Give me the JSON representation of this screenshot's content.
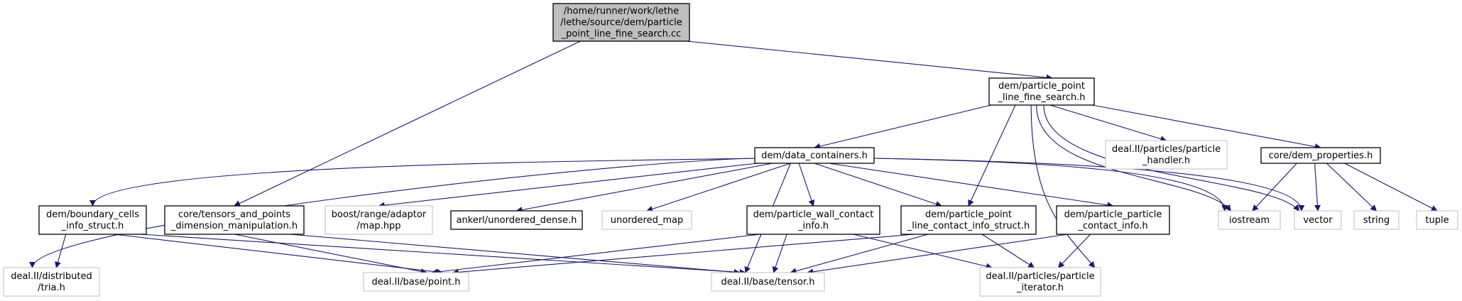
{
  "colors": {
    "edge": "#191970",
    "root_fill": "#bfbfbf",
    "node_border": "#000000",
    "external_border": "#bfbfbf",
    "background": "#ffffff"
  },
  "nodes": {
    "root": {
      "lines": [
        "/home/runner/work/lethe",
        "/lethe/source/dem/particle",
        "_point_line_fine_search.cc"
      ],
      "style": "root"
    },
    "fine_search_h": {
      "lines": [
        "dem/particle_point",
        "_line_fine_search.h"
      ],
      "style": "normal"
    },
    "data_containers": {
      "lines": [
        "dem/data_containers.h"
      ],
      "style": "normal"
    },
    "particle_handler": {
      "lines": [
        "deal.II/particles/particle",
        "_handler.h"
      ],
      "style": "external"
    },
    "dem_properties": {
      "lines": [
        "core/dem_properties.h"
      ],
      "style": "normal"
    },
    "boundary_cells": {
      "lines": [
        "dem/boundary_cells",
        "_info_struct.h"
      ],
      "style": "normal"
    },
    "tensors_points": {
      "lines": [
        "core/tensors_and_points",
        "_dimension_manipulation.h"
      ],
      "style": "normal"
    },
    "boost_map": {
      "lines": [
        "boost/range/adaptor",
        "/map.hpp"
      ],
      "style": "external"
    },
    "ankerl": {
      "lines": [
        "ankerl/unordered_dense.h"
      ],
      "style": "normal"
    },
    "unordered_map": {
      "lines": [
        "unordered_map"
      ],
      "style": "external"
    },
    "wall_contact": {
      "lines": [
        "dem/particle_wall_contact",
        "_info.h"
      ],
      "style": "normal"
    },
    "line_contact": {
      "lines": [
        "dem/particle_point",
        "_line_contact_info_struct.h"
      ],
      "style": "normal"
    },
    "particle_contact": {
      "lines": [
        "dem/particle_particle",
        "_contact_info.h"
      ],
      "style": "normal"
    },
    "iostream": {
      "lines": [
        "iostream"
      ],
      "style": "external"
    },
    "vector": {
      "lines": [
        "vector"
      ],
      "style": "external"
    },
    "string": {
      "lines": [
        "string"
      ],
      "style": "external"
    },
    "tuple": {
      "lines": [
        "tuple"
      ],
      "style": "external"
    },
    "tria": {
      "lines": [
        "deal.II/distributed",
        "/tria.h"
      ],
      "style": "external"
    },
    "point": {
      "lines": [
        "deal.II/base/point.h"
      ],
      "style": "external"
    },
    "tensor": {
      "lines": [
        "deal.II/base/tensor.h"
      ],
      "style": "external"
    },
    "particle_iterator": {
      "lines": [
        "deal.II/particles/particle",
        "_iterator.h"
      ],
      "style": "external"
    }
  },
  "edges": [
    [
      "root",
      "fine_search_h"
    ],
    [
      "root",
      "tensors_points"
    ],
    [
      "fine_search_h",
      "data_containers"
    ],
    [
      "fine_search_h",
      "particle_handler"
    ],
    [
      "fine_search_h",
      "dem_properties"
    ],
    [
      "fine_search_h",
      "line_contact"
    ],
    [
      "fine_search_h",
      "iostream"
    ],
    [
      "fine_search_h",
      "vector"
    ],
    [
      "fine_search_h",
      "particle_iterator"
    ],
    [
      "data_containers",
      "boundary_cells"
    ],
    [
      "data_containers",
      "tria"
    ],
    [
      "data_containers",
      "boost_map"
    ],
    [
      "data_containers",
      "ankerl"
    ],
    [
      "data_containers",
      "unordered_map"
    ],
    [
      "data_containers",
      "wall_contact"
    ],
    [
      "data_containers",
      "line_contact"
    ],
    [
      "data_containers",
      "particle_contact"
    ],
    [
      "data_containers",
      "tensor"
    ],
    [
      "data_containers",
      "iostream"
    ],
    [
      "data_containers",
      "vector"
    ],
    [
      "dem_properties",
      "iostream"
    ],
    [
      "dem_properties",
      "vector"
    ],
    [
      "dem_properties",
      "string"
    ],
    [
      "dem_properties",
      "tuple"
    ],
    [
      "boundary_cells",
      "tria"
    ],
    [
      "boundary_cells",
      "point"
    ],
    [
      "boundary_cells",
      "tensor"
    ],
    [
      "tensors_points",
      "point"
    ],
    [
      "tensors_points",
      "tensor"
    ],
    [
      "wall_contact",
      "point"
    ],
    [
      "wall_contact",
      "tensor"
    ],
    [
      "wall_contact",
      "particle_iterator"
    ],
    [
      "line_contact",
      "point"
    ],
    [
      "line_contact",
      "tensor"
    ],
    [
      "line_contact",
      "particle_iterator"
    ],
    [
      "particle_contact",
      "tensor"
    ],
    [
      "particle_contact",
      "particle_iterator"
    ]
  ]
}
